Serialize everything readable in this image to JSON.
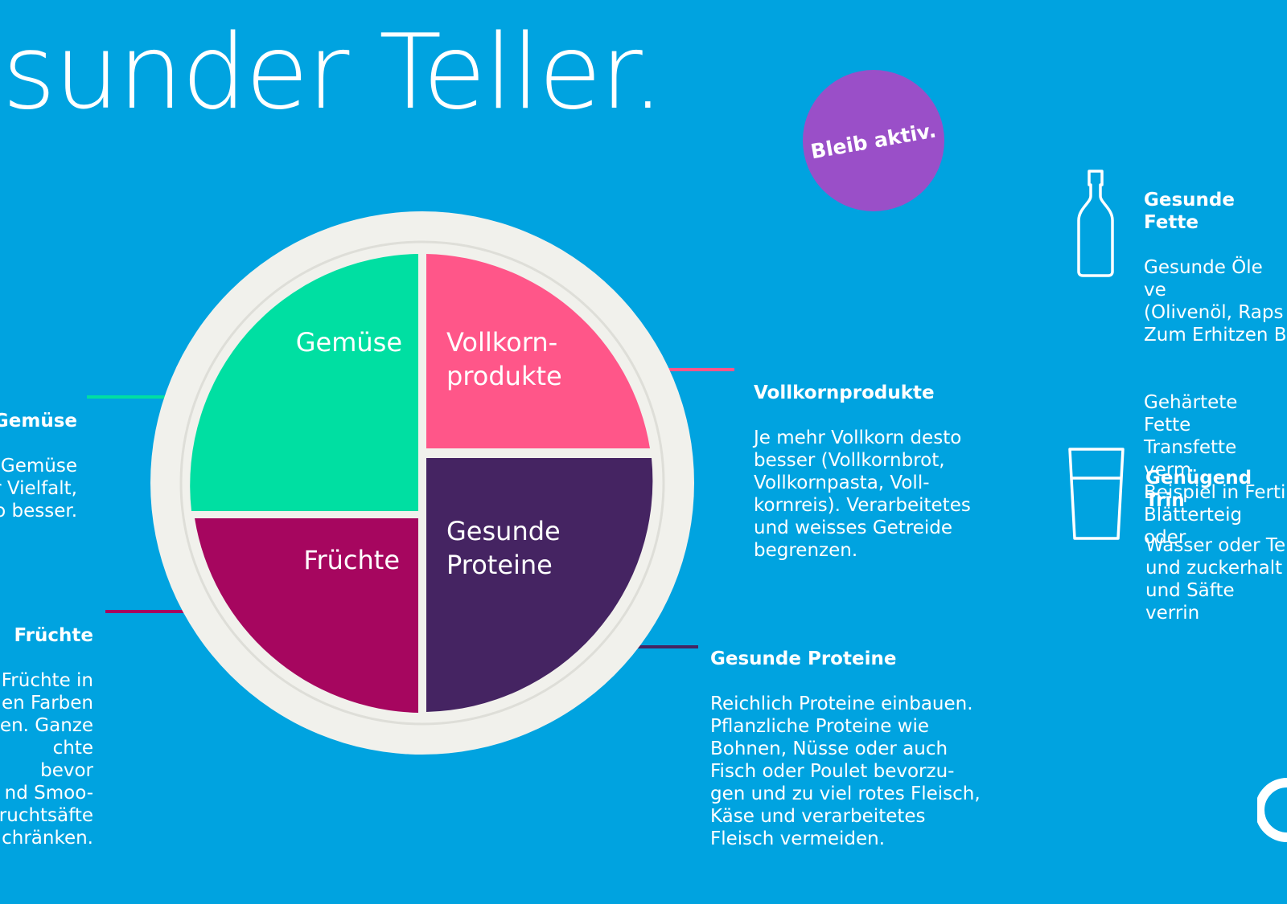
{
  "title": "esunder Teller.",
  "badge": "Bleib aktiv.",
  "plate": {
    "segments": {
      "gemuese": {
        "label": "Gemüse",
        "color": "#00dfa2"
      },
      "vollkorn": {
        "label": "Vollkorn-\nprodukte",
        "color": "#ff5689"
      },
      "fruechte": {
        "label": "Früchte",
        "color": "#a6065f"
      },
      "proteine": {
        "label": "Gesunde\nProteine",
        "color": "#452462"
      }
    },
    "rim_color": "#f1f1ec",
    "rim_line_color": "#deded8"
  },
  "callouts": {
    "vollkorn": {
      "heading": "Vollkornprodukte",
      "body": "Je mehr Vollkorn desto\nbesser (Vollkornbrot,\nVollkornpasta, Voll-\nkornreis). Verarbeitetes\nund weisses Getreide\nbegrenzen."
    },
    "proteine": {
      "heading": "Gesunde Proteine",
      "body": "Reichlich Proteine einbauen.\nPflanzliche Proteine wie\nBohnen, Nüsse oder auch\nFisch oder Poulet bevorzu-\ngen und zu viel rotes Fleisch,\nKäse und verarbeitetes\nFleisch vermeiden."
    },
    "gemuese": {
      "heading": "Gemüse",
      "body": "Gemüse\nr Vielfalt,\no besser."
    },
    "fruechte": {
      "heading": "Früchte",
      "body": "Früchte in\nen Farben\nen. Ganze\nchte bevor\nnd Smoo-\nruchtsäfte\nchränken."
    },
    "fette": {
      "heading": "Gesunde Fette",
      "body1": "Gesunde Öle ve\n(Olivenöl, Raps\nZum Erhitzen B",
      "body2": "Gehärtete Fette\nTransfette verm\nBeispiel in Ferti\nBlätterteig oder"
    },
    "trinken": {
      "heading": "Genügend Trin",
      "body": "Wasser oder Te\nund zuckerhalt\nund Säfte verrin"
    }
  },
  "icons": [
    "bottle-icon",
    "glass-icon",
    "logo-icon"
  ]
}
